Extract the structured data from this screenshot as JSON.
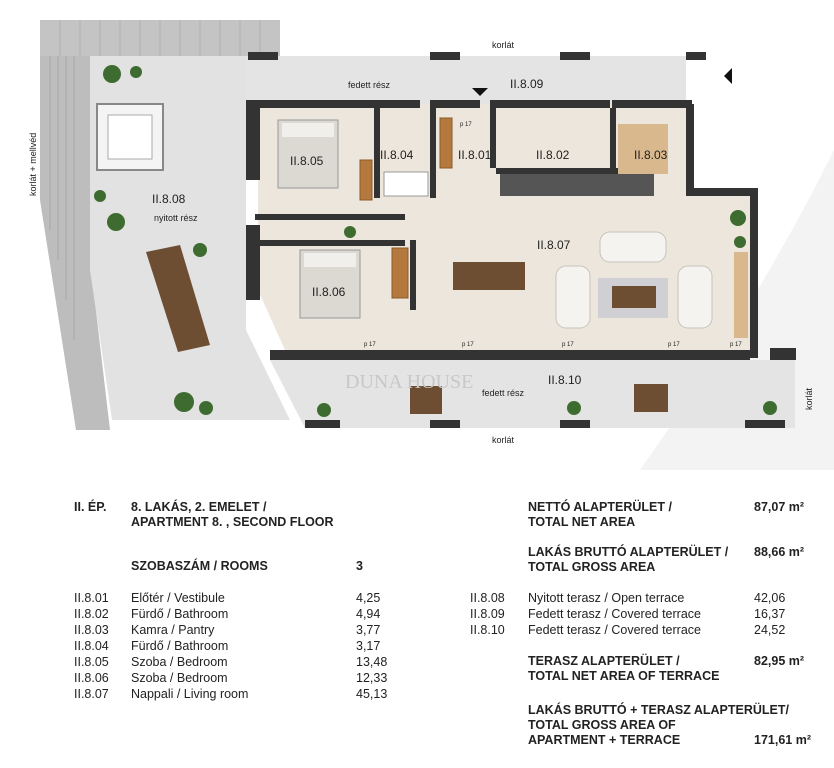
{
  "plan": {
    "rooms": {
      "r0801": "II.8.01",
      "r0802": "II.8.02",
      "r0803": "II.8.03",
      "r0804": "II.8.04",
      "r0805": "II.8.05",
      "r0806": "II.8.06",
      "r0807": "II.8.07",
      "r0808": "II.8.08",
      "r0809": "II.8.09",
      "r0810": "II.8.10"
    },
    "labels": {
      "korlat_top": "korlát",
      "korlat_bottom": "korlát",
      "korlat_right": "korlát",
      "korlat_left": "korlát + mellvéd",
      "fedett_top": "fedett rész",
      "fedett_bottom": "fedett rész",
      "nyitott": "nyitott rész",
      "watermark": "DUNA HOUSE",
      "p17": "p 17"
    },
    "colors": {
      "wall": "#3a3a3a",
      "floor": "#e8e2d8",
      "terrace": "#dcdcdc",
      "wood": "#8a6a4a"
    }
  },
  "info": {
    "building": "II. ÉP.",
    "apartment_line1": "8. LAKÁS, 2. EMELET /",
    "apartment_line2": "APARTMENT 8. , SECOND FLOOR",
    "rooms_label": "SZOBASZÁM / ROOMS",
    "rooms_count": "3",
    "rooms_list": [
      {
        "code": "II.8.01",
        "name": "Előtér / Vestibule",
        "area": "4,25"
      },
      {
        "code": "II.8.02",
        "name": "Fürdő / Bathroom",
        "area": "4,94"
      },
      {
        "code": "II.8.03",
        "name": "Kamra / Pantry",
        "area": "3,77"
      },
      {
        "code": "II.8.04",
        "name": "Fürdő / Bathroom",
        "area": "3,17"
      },
      {
        "code": "II.8.05",
        "name": "Szoba / Bedroom",
        "area": "13,48"
      },
      {
        "code": "II.8.06",
        "name": "Szoba / Bedroom",
        "area": "12,33"
      },
      {
        "code": "II.8.07",
        "name": "Nappali / Living room",
        "area": "45,13"
      }
    ],
    "net_label1": "NETTÓ ALAPTERÜLET /",
    "net_label2": "TOTAL NET AREA",
    "net_value": "87,07 m²",
    "gross_label1": "LAKÁS BRUTTÓ ALAPTERÜLET /",
    "gross_label2": "TOTAL GROSS AREA",
    "gross_value": "88,66 m²",
    "terraces": [
      {
        "code": "II.8.08",
        "name": "Nyitott terasz / Open terrace",
        "area": "42,06"
      },
      {
        "code": "II.8.09",
        "name": "Fedett terasz / Covered terrace",
        "area": "16,37"
      },
      {
        "code": "II.8.10",
        "name": "Fedett terasz / Covered terrace",
        "area": "24,52"
      }
    ],
    "terrace_label1": "TERASZ ALAPTERÜLET /",
    "terrace_label2": "TOTAL NET AREA OF TERRACE",
    "terrace_value": "82,95 m²",
    "total_label1": "LAKÁS BRUTTÓ + TERASZ ALAPTERÜLET/",
    "total_label2": "TOTAL GROSS AREA OF",
    "total_label3": "APARTMENT + TERRACE",
    "total_value": "171,61 m²"
  }
}
